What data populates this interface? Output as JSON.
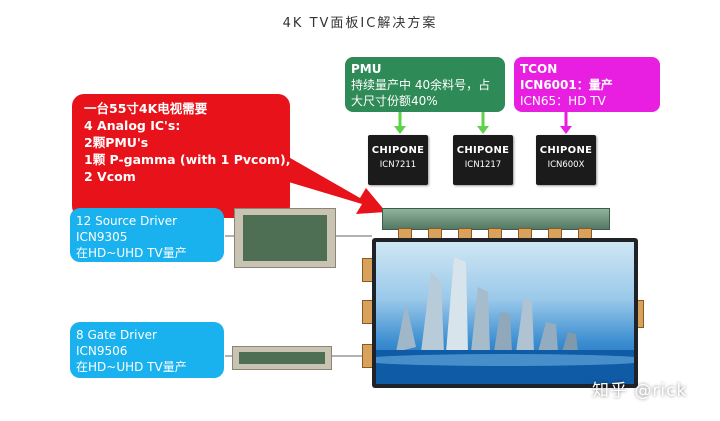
{
  "title": "4K TV面板IC解决方案",
  "red_box": {
    "lines": [
      "一台55寸4K电视需要",
      "4 Analog IC's:",
      "2颗PMU's",
      "1颗 P-gamma (with 1 Pvcom),",
      "2 Vcom"
    ],
    "color": "#e8121a"
  },
  "source_box": {
    "lines": [
      "12 Source Driver",
      "ICN9305",
      "在HD~UHD TV量产"
    ]
  },
  "gate_box": {
    "lines": [
      "8 Gate Driver",
      "ICN9506",
      "在HD~UHD TV量产"
    ]
  },
  "pmu_box": {
    "title": "PMU",
    "text": "持续量产中 40余料号，占大尺寸份额40%",
    "color": "#2e8a56"
  },
  "tcon_box": {
    "title": "TCON",
    "line1": "ICN6001：量产",
    "line2": "ICN65：HD TV",
    "color": "#e81fe0"
  },
  "chips": [
    {
      "brand": "CHIPONE",
      "model": "ICN7211"
    },
    {
      "brand": "CHIPONE",
      "model": "ICN1217"
    },
    {
      "brand": "CHIPONE",
      "model": "ICN600X"
    }
  ],
  "watermark": "知乎 @rick"
}
